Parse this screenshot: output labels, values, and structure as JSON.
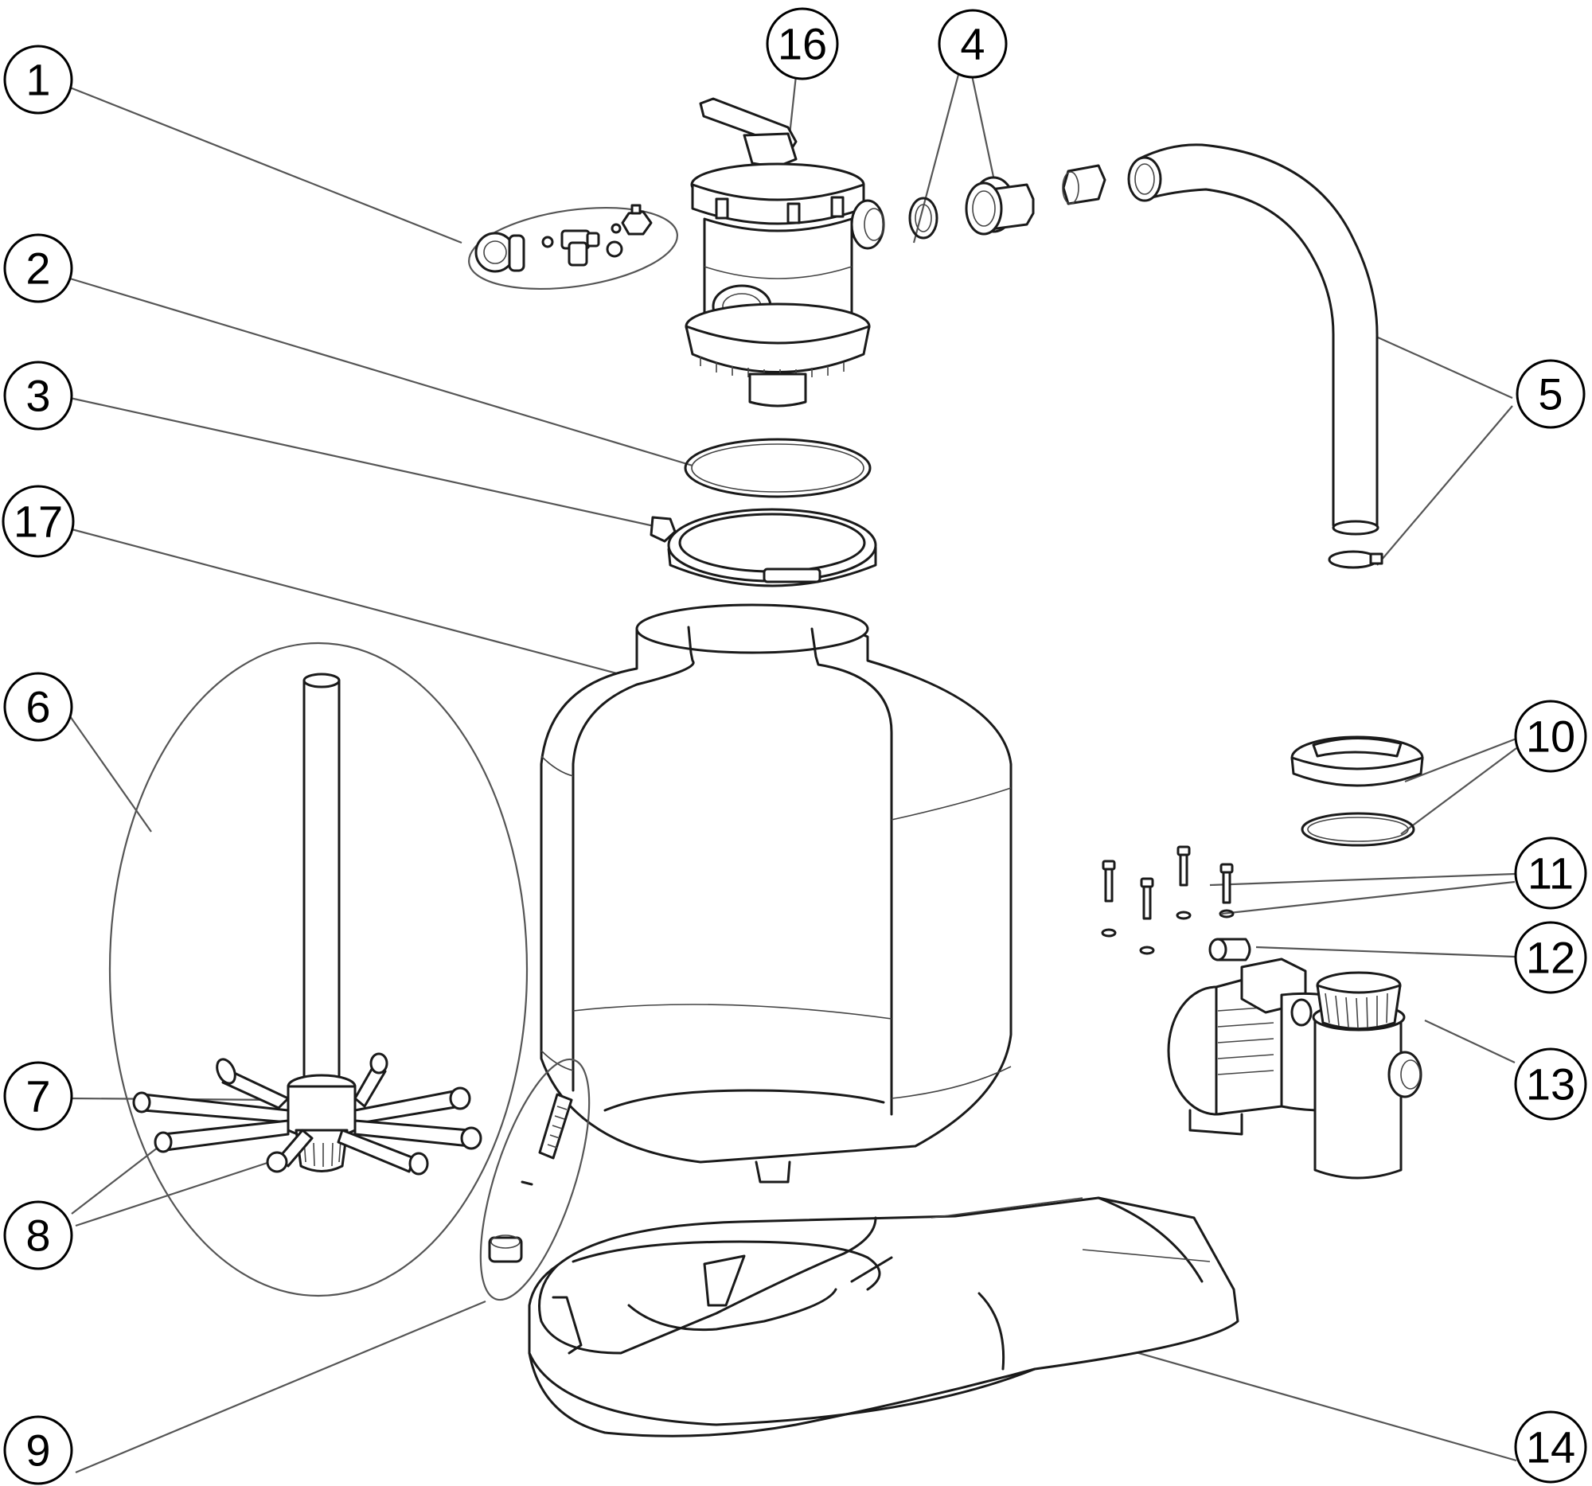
{
  "callouts": [
    {
      "id": "c1",
      "label": "1"
    },
    {
      "id": "c2",
      "label": "2"
    },
    {
      "id": "c3",
      "label": "3"
    },
    {
      "id": "c4",
      "label": "4"
    },
    {
      "id": "c5",
      "label": "5"
    },
    {
      "id": "c6",
      "label": "6"
    },
    {
      "id": "c7",
      "label": "7"
    },
    {
      "id": "c8",
      "label": "8"
    },
    {
      "id": "c9",
      "label": "9"
    },
    {
      "id": "c10",
      "label": "10"
    },
    {
      "id": "c11",
      "label": "11"
    },
    {
      "id": "c12",
      "label": "12"
    },
    {
      "id": "c13",
      "label": "13"
    },
    {
      "id": "c14",
      "label": "14"
    },
    {
      "id": "c16",
      "label": "16"
    },
    {
      "id": "c17",
      "label": "17"
    }
  ],
  "colors": {
    "line": "#1a1a1a",
    "leader": "#555555",
    "background": "#ffffff"
  }
}
